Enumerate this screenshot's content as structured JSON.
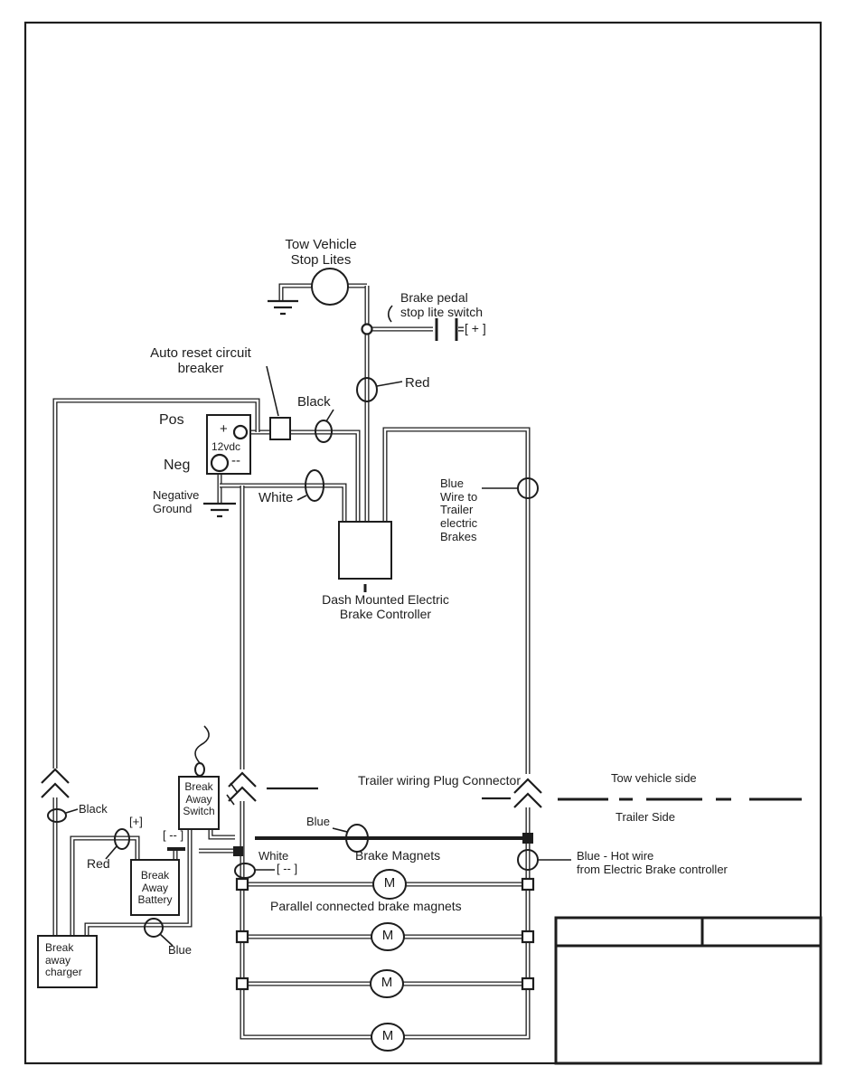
{
  "diagram": "trailer-electric-brake-wiring",
  "colors": {
    "ink": "#1d1d1d",
    "background": "#ffffff"
  },
  "labels": {
    "stop_lites": "Tow Vehicle\nStop Lites",
    "brake_pedal": "Brake pedal\nstop lite switch",
    "plus_bracket": "[ + ]",
    "red_top": "Red",
    "auto_reset": "Auto reset circuit\nbreaker",
    "black_top": "Black",
    "pos": "Pos",
    "neg": "Neg",
    "battery_plus": "+",
    "battery_12vdc": "12vdc",
    "battery_minus": "--",
    "negative_ground": "Negative\nGround",
    "white_top": "White",
    "blue_wire_to": "Blue\nWire to\nTrailer\nelectric\nBrakes",
    "controller": "Dash Mounted Electric\nBrake Controller",
    "trailer_plug": "Trailer wiring Plug Connector",
    "tow_side": "Tow vehicle side",
    "trailer_side": "Trailer Side",
    "black_left": "Black",
    "plus_small": "[+]",
    "minus_small": "[ -- ]",
    "red_left": "Red",
    "breakaway_switch": "Break\nAway\nSwitch",
    "breakaway_battery": "Break\nAway\nBattery",
    "breakaway_charger": "Break\naway\ncharger",
    "blue_left": "Blue",
    "blue_mid": "Blue",
    "white_mid": "White",
    "white_mid_bracket": "[ -- ]",
    "brake_magnets": "Brake Magnets",
    "parallel_note": "Parallel connected brake magnets",
    "blue_hot": "Blue - Hot wire\nfrom Electric Brake controller",
    "motor": "M"
  }
}
